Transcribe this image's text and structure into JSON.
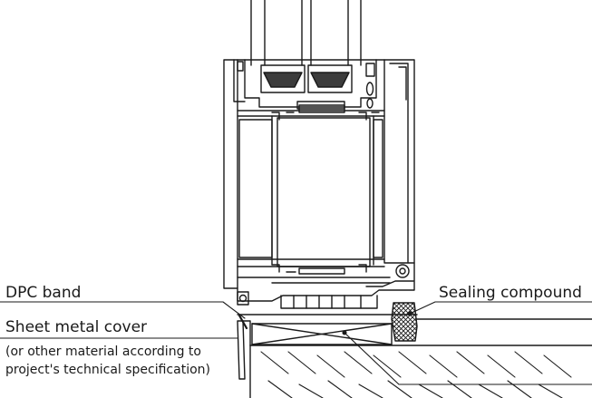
{
  "labels": {
    "dpc_band": "DPC band",
    "sealing_compound": "Sealing compound",
    "sheet_metal_cover": "Sheet metal cover",
    "note_line1": "(or other material according to",
    "note_line2": "project's technical specification)"
  },
  "colors": {
    "line": "#1a1a1a",
    "background": "#ffffff"
  }
}
